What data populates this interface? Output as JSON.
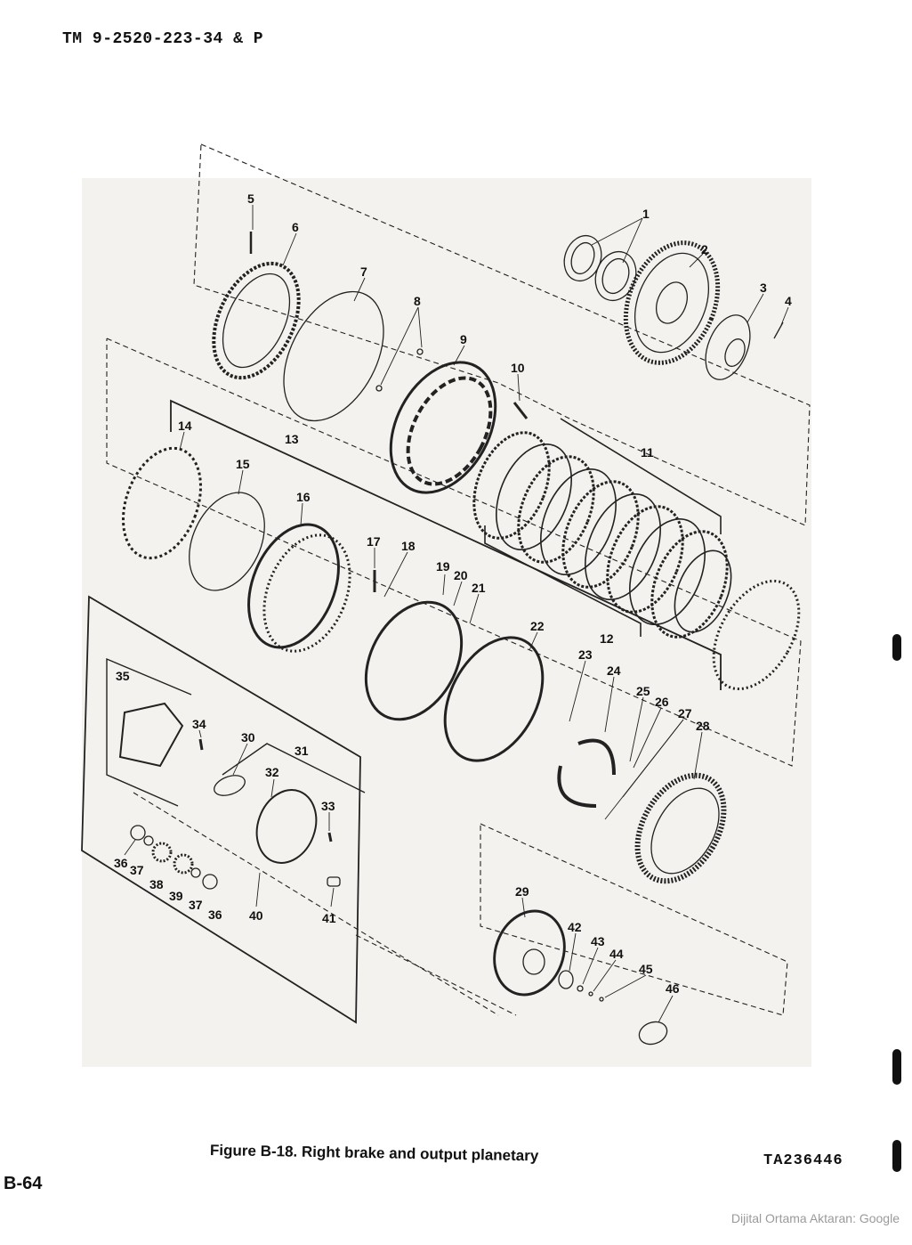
{
  "header": "TM 9-2520-223-34 & P",
  "caption": "Figure B-18.  Right brake and output planetary",
  "ta_number": "TA236446",
  "page_number": "B-64",
  "watermark": "Dijital Ortama Aktaran: Google",
  "callouts": {
    "c1": "1",
    "c2": "2",
    "c3": "3",
    "c4": "4",
    "c5": "5",
    "c6": "6",
    "c7": "7",
    "c8": "8",
    "c9": "9",
    "c10": "10",
    "c11": "11",
    "c12": "12",
    "c13": "13",
    "c14": "14",
    "c15": "15",
    "c16": "16",
    "c17": "17",
    "c18": "18",
    "c19": "19",
    "c20": "20",
    "c21": "21",
    "c22": "22",
    "c23": "23",
    "c24": "24",
    "c25": "25",
    "c26": "26",
    "c27": "27",
    "c28": "28",
    "c29": "29",
    "c30": "30",
    "c31": "31",
    "c32": "32",
    "c33": "33",
    "c34": "34",
    "c35": "35",
    "c36a": "36",
    "c36b": "36",
    "c37a": "37",
    "c37b": "37",
    "c38": "38",
    "c39": "39",
    "c40": "40",
    "c41": "41",
    "c42": "42",
    "c43": "43",
    "c44": "44",
    "c45": "45",
    "c46": "46"
  }
}
